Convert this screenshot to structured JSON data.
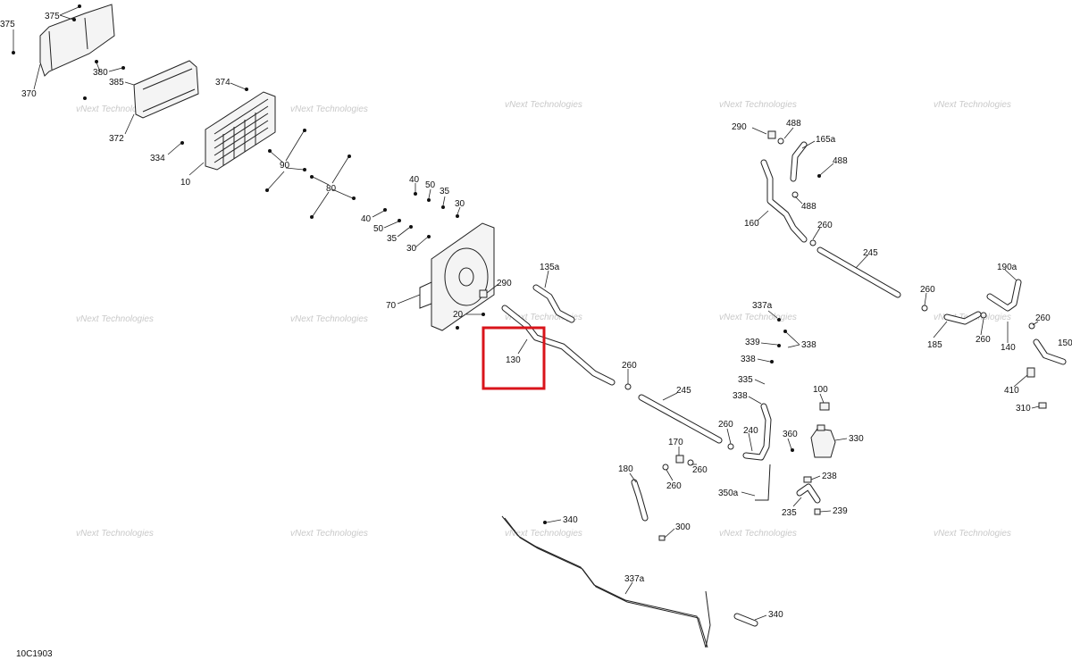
{
  "drawing_code": "10C1903",
  "watermark": "vNext Technologies",
  "highlight": {
    "part": "130",
    "color": "#d9141b"
  },
  "callouts": [
    "375",
    "375",
    "370",
    "380",
    "385",
    "372",
    "374",
    "334",
    "10",
    "90",
    "80",
    "40",
    "50",
    "35",
    "30",
    "40",
    "50",
    "35",
    "30",
    "70",
    "290",
    "20",
    "135a",
    "130",
    "260",
    "245",
    "290",
    "488",
    "165a",
    "488",
    "488",
    "160",
    "260",
    "245",
    "260",
    "190a",
    "260",
    "260",
    "185",
    "140",
    "150",
    "410",
    "310",
    "337a",
    "339",
    "338",
    "338",
    "335",
    "338",
    "100",
    "260",
    "240",
    "360",
    "330",
    "170",
    "260",
    "180",
    "260",
    "350a",
    "238",
    "235",
    "239",
    "340",
    "300",
    "337a",
    "340"
  ]
}
